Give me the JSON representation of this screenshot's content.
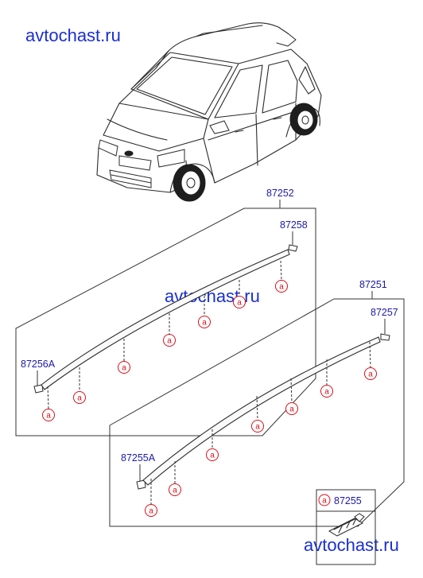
{
  "watermark": "avtochast.ru",
  "parts": {
    "rail_left": "87252",
    "clip_left_rear": "87258",
    "clip_left_front": "87256A",
    "rail_right": "87251",
    "clip_right_rear": "87257",
    "clip_right_front": "87255A",
    "legend_part": "87255"
  },
  "callout_letter": "a",
  "colors": {
    "watermark": "#1b2fd1",
    "part_number": "#1a1aa8",
    "callout": "#d8101a"
  }
}
